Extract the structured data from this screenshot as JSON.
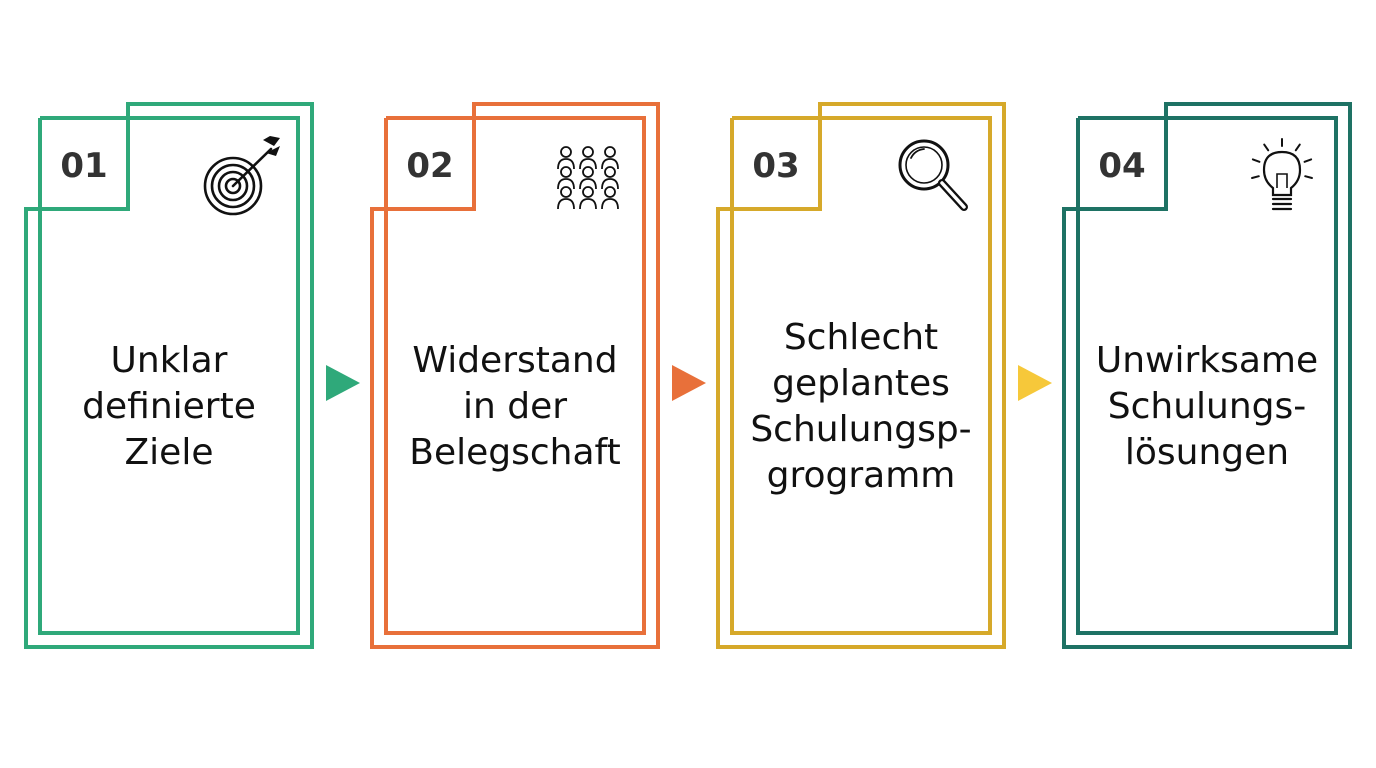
{
  "cards": [
    {
      "number": "01",
      "title_lines": [
        "Unklar",
        "definierte",
        "Ziele"
      ],
      "icon": "target-arrow-icon",
      "color": "#2fa97a"
    },
    {
      "number": "02",
      "title_lines": [
        "Widerstand",
        "in der",
        "Belegschaft"
      ],
      "icon": "people-group-icon",
      "color": "#e8703a"
    },
    {
      "number": "03",
      "title_lines": [
        "Schlecht",
        "geplantes",
        "Schulungsp-",
        "grogramm"
      ],
      "icon": "magnifier-icon",
      "color": "#d6a92a"
    },
    {
      "number": "04",
      "title_lines": [
        "Unwirksame",
        "Schulungs-",
        "lösungen"
      ],
      "icon": "lightbulb-icon",
      "color": "#1e7264"
    }
  ],
  "arrows": [
    {
      "icon": "arrow-right-icon",
      "color": "#2fa97a"
    },
    {
      "icon": "arrow-right-icon",
      "color": "#e8703a"
    },
    {
      "icon": "arrow-right-icon",
      "color": "#f6c83a"
    }
  ]
}
